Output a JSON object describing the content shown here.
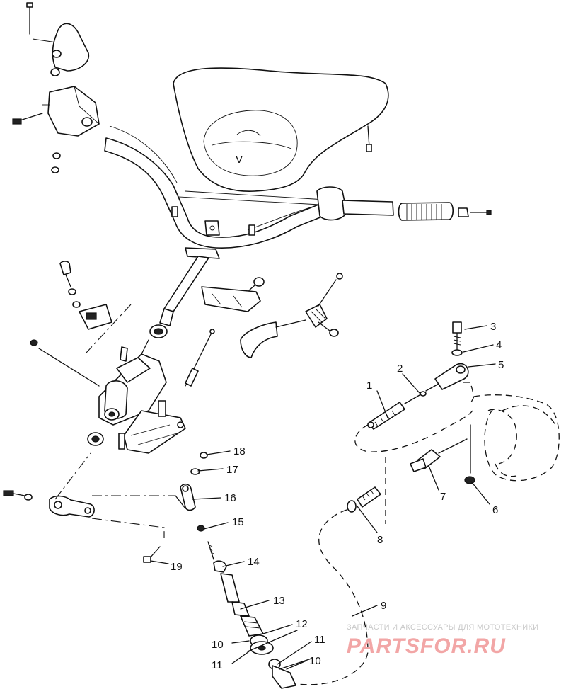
{
  "callouts": [
    {
      "id": "c1",
      "text": "1"
    },
    {
      "id": "c2",
      "text": "2"
    },
    {
      "id": "c3",
      "text": "3"
    },
    {
      "id": "c4",
      "text": "4"
    },
    {
      "id": "c5",
      "text": "5"
    },
    {
      "id": "c6",
      "text": "6"
    },
    {
      "id": "c7",
      "text": "7"
    },
    {
      "id": "c8",
      "text": "8"
    },
    {
      "id": "c9",
      "text": "9"
    },
    {
      "id": "c10a",
      "text": "10"
    },
    {
      "id": "c10b",
      "text": "10"
    },
    {
      "id": "c11a",
      "text": "11"
    },
    {
      "id": "c11b",
      "text": "11"
    },
    {
      "id": "c12",
      "text": "12"
    },
    {
      "id": "c13",
      "text": "13"
    },
    {
      "id": "c14",
      "text": "14"
    },
    {
      "id": "c15",
      "text": "15"
    },
    {
      "id": "c16",
      "text": "16"
    },
    {
      "id": "c17",
      "text": "17"
    },
    {
      "id": "c18",
      "text": "18"
    },
    {
      "id": "c19",
      "text": "19"
    }
  ],
  "hood_label": "V",
  "watermark": {
    "caption": "ЗАПЧАСТИ И АКСЕССУАРЫ ДЛЯ МОТОТЕХНИКИ",
    "brand": "PARTSFOR.RU"
  }
}
